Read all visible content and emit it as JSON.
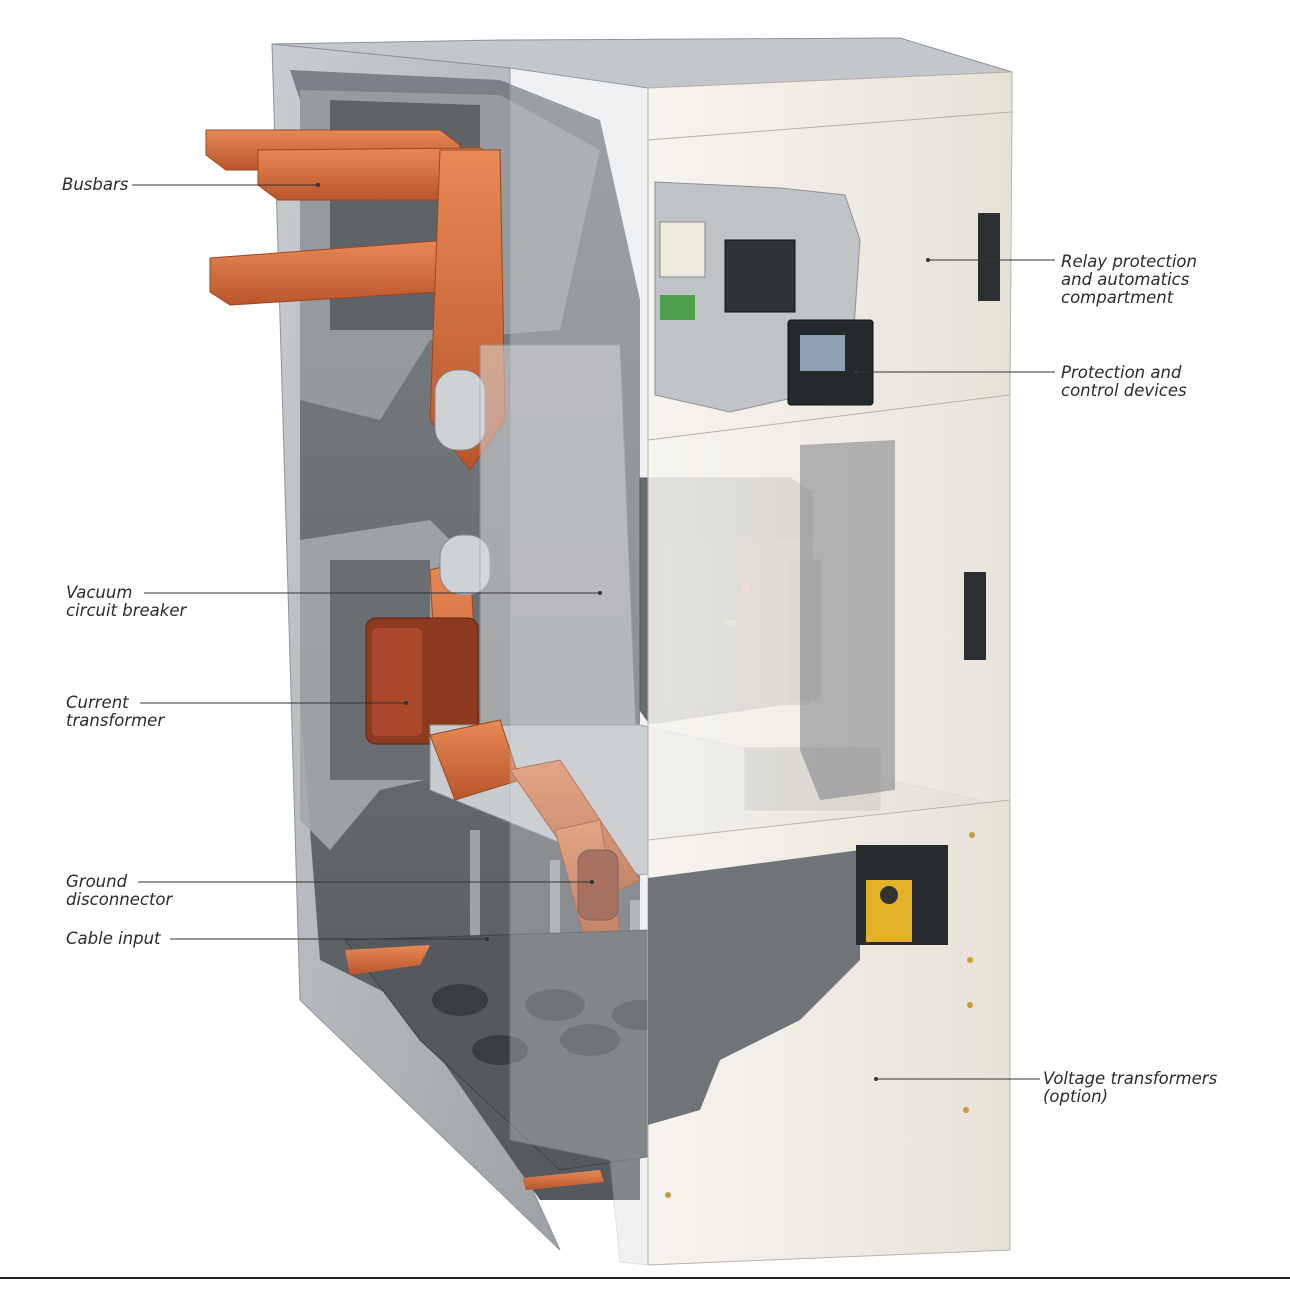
{
  "labels": {
    "busbars": "Busbars",
    "relay_compartment": "Relay protection\nand automatics\ncompartment",
    "protection_devices": "Protection and\ncontrol devices",
    "vacuum_breaker": "Vacuum\ncircuit breaker",
    "current_transformer": "Current\ntransformer",
    "ground_disconnector": "Ground\ndisconnector",
    "cable_input": "Cable input",
    "voltage_transformers": "Voltage transformers\n(option)"
  },
  "colors": {
    "copper": "#d9703f",
    "copper_dark": "#a84a22",
    "panel_white": "#f2efe8",
    "steel": "#b9bcc0",
    "steel_dark": "#7f8388",
    "interior": "#6c7074",
    "breaker_body": "#2f3335"
  }
}
